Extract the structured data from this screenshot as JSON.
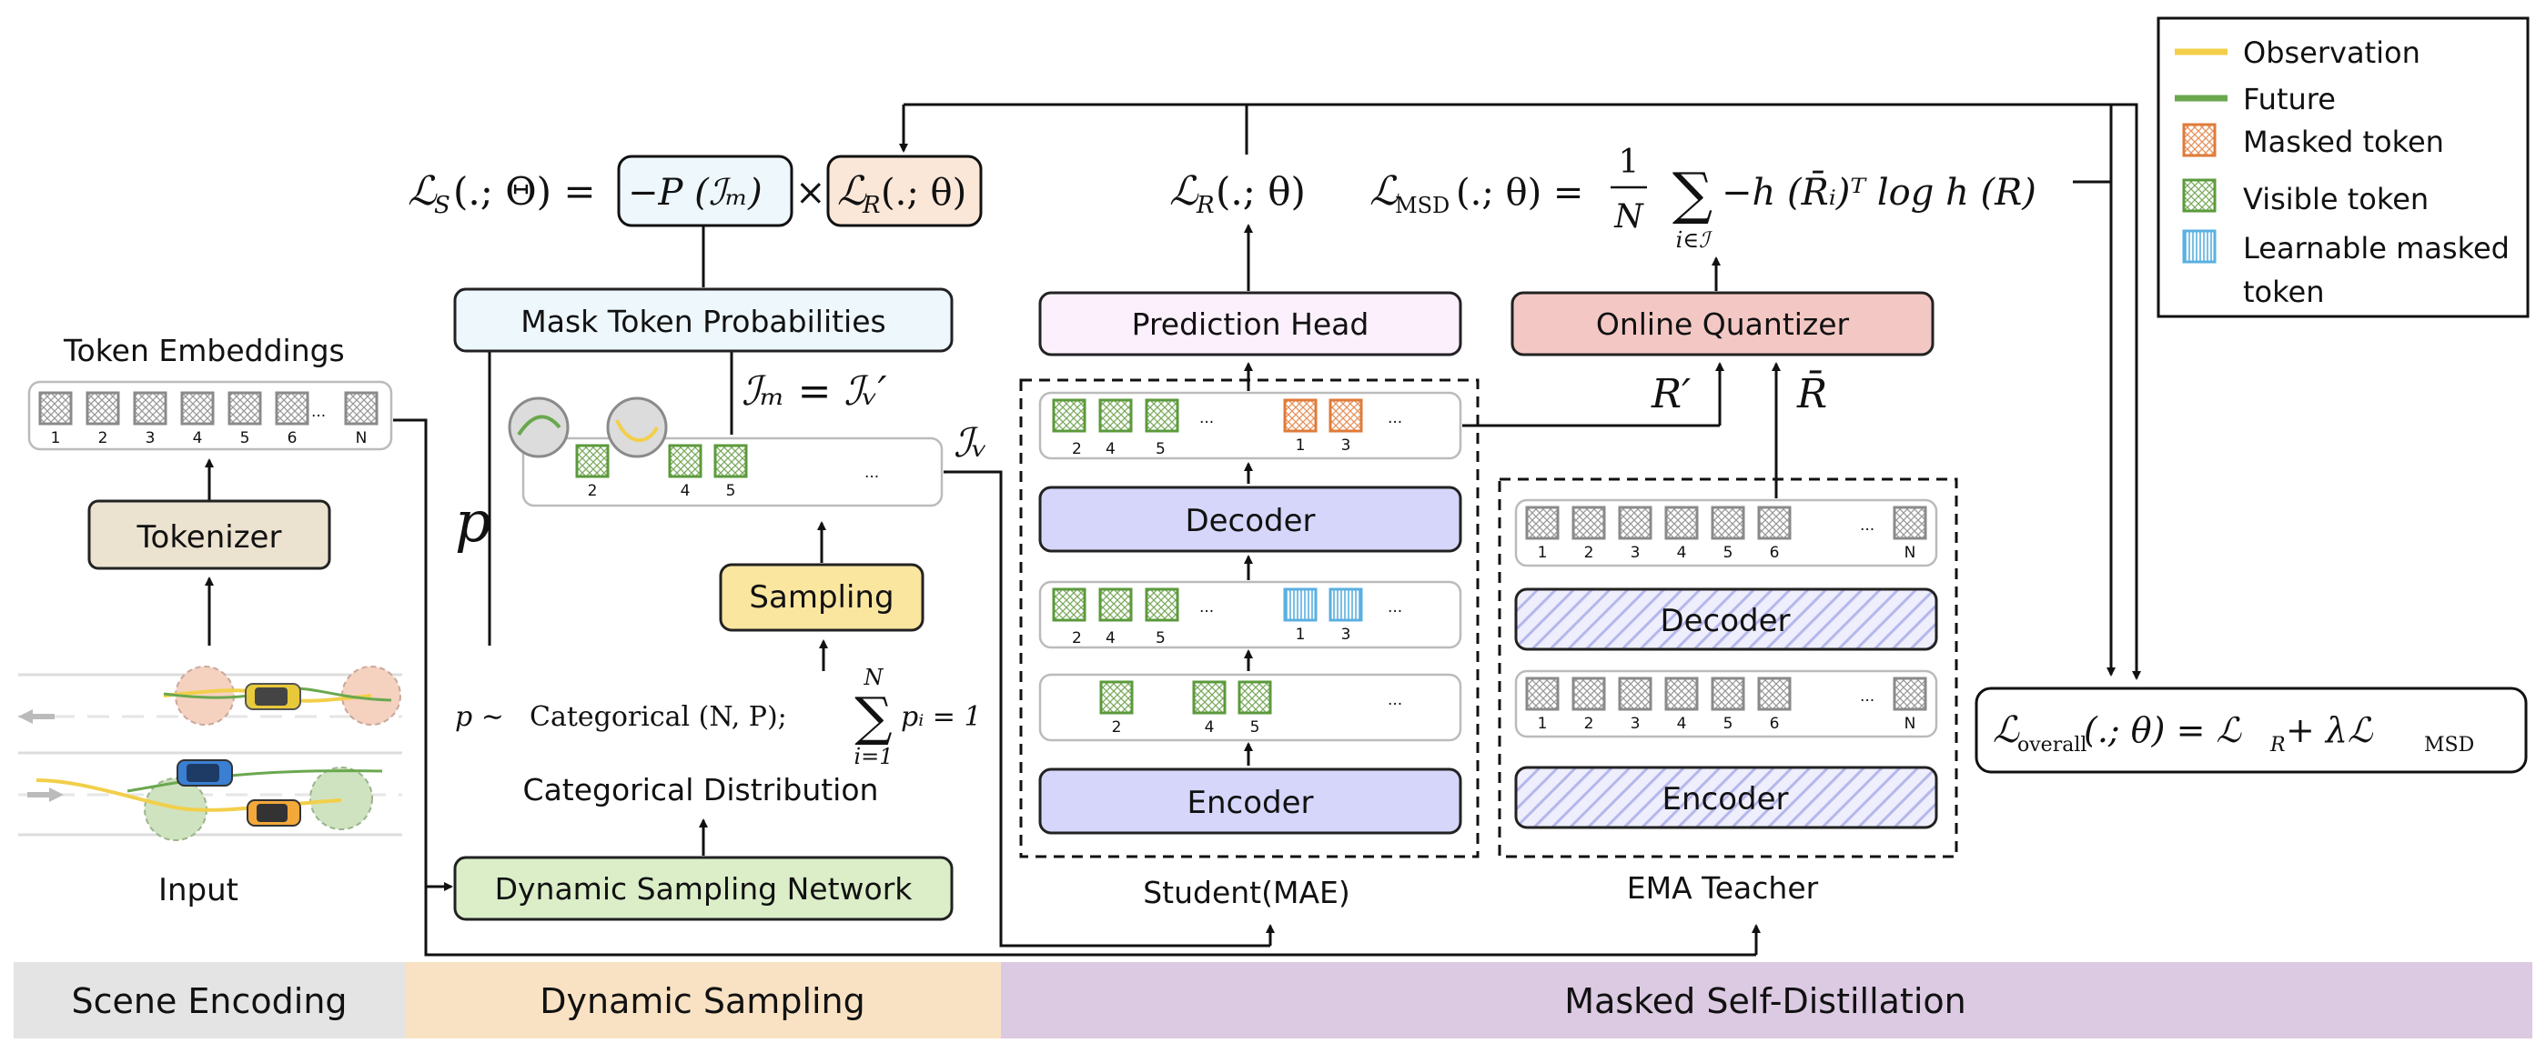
{
  "legend": {
    "observation": "Observation",
    "future": "Future",
    "masked_token": "Masked token",
    "visible_token": "Visible token",
    "learnable_line1": "Learnable masked",
    "learnable_line2": "token"
  },
  "input": {
    "token_embeddings": "Token Embeddings",
    "tokenizer": "Tokenizer",
    "input": "Input",
    "token_nums": [
      "1",
      "2",
      "3",
      "4",
      "5",
      "6"
    ],
    "ellipsis": "...",
    "token_n": "N"
  },
  "sampling": {
    "mask_token_probabilities": "Mask Token Probabilities",
    "sampling": "Sampling",
    "dynamic_sampling_network": "Dynamic Sampling Network",
    "categorical_distribution": "Categorical Distribution",
    "p": "p",
    "categorical_formula": "Categorical (N, P);",
    "p_sim": "p ∼",
    "sum_top": "N",
    "sum_bottom": "i=1",
    "sum_body": "pᵢ = 1",
    "im_eq": "ℐₘ = ℐᵥ′",
    "iv": "ℐᵥ",
    "seq_nums": [
      "2",
      "4",
      "5"
    ],
    "ellipsis": "..."
  },
  "losses": {
    "ls_left": "ℒ",
    "ls_sub": "S",
    "ls_args": "(.; Θ) =",
    "neg_p": "−P (ℐₘ)",
    "times": "×",
    "lr_box": "ℒ",
    "lr_sub": "R",
    "lr_args": "(.; θ)",
    "lr_mid": "ℒ",
    "lr_mid_sub": "R",
    "lr_mid_args": "(.; θ)",
    "msd_lhs": "ℒ",
    "msd_sub": "MSD",
    "msd_args": "(.; θ) =",
    "msd_frac_num": "1",
    "msd_frac_den": "N",
    "msd_sum": "∑",
    "msd_sum_sub": "i∈ℐ",
    "msd_body": "−h (R̄ᵢ)ᵀ log h (R)",
    "overall": "ℒ",
    "overall_sub": "overall",
    "overall_rest": "(.; θ) = ℒ",
    "overall_r": "R",
    "overall_plus": " + λℒ",
    "overall_msd": "MSD"
  },
  "student": {
    "prediction_head": "Prediction Head",
    "decoder": "Decoder",
    "encoder": "Encoder",
    "label": "Student(MAE)",
    "top_nums_visible": [
      "2",
      "4",
      "5"
    ],
    "top_nums_masked": [
      "1",
      "3"
    ],
    "mid_nums_visible": [
      "2",
      "4",
      "5"
    ],
    "mid_nums_learnable": [
      "1",
      "3"
    ],
    "enc_nums": [
      "2",
      "4",
      "5"
    ],
    "ellipsis": "..."
  },
  "teacher": {
    "online_quantizer": "Online Quantizer",
    "decoder": "Decoder",
    "encoder": "Encoder",
    "label": "EMA Teacher",
    "r_prime": "R′",
    "r_bar": "R̄",
    "token_nums": [
      "1",
      "2",
      "3",
      "4",
      "5",
      "6"
    ],
    "ellipsis": "...",
    "token_n": "N"
  },
  "stages": {
    "scene": "Scene Encoding",
    "dynamic": "Dynamic Sampling",
    "msd": "Masked Self-Distillation"
  },
  "colors": {
    "observation": "#f2cf4a",
    "future": "#6aa84f",
    "masked": "#e07b39",
    "visible": "#5b9a3c",
    "learnable": "#5ab0e0",
    "tokenizer_fill": "#ece2d0",
    "mtp_fill": "#eef7fc",
    "sampling_fill": "#fbe6a0",
    "dsn_fill": "#dbeec8",
    "pred_head_fill": "#fcf0fc",
    "quantizer_fill": "#f3c8c4",
    "student_block_fill": "#d5d6fa",
    "lr_fill": "#fbe7d8",
    "stage_scene": "#e4e4e4",
    "stage_dynamic": "#f9e2c3",
    "stage_msd": "#dcc9e2"
  }
}
